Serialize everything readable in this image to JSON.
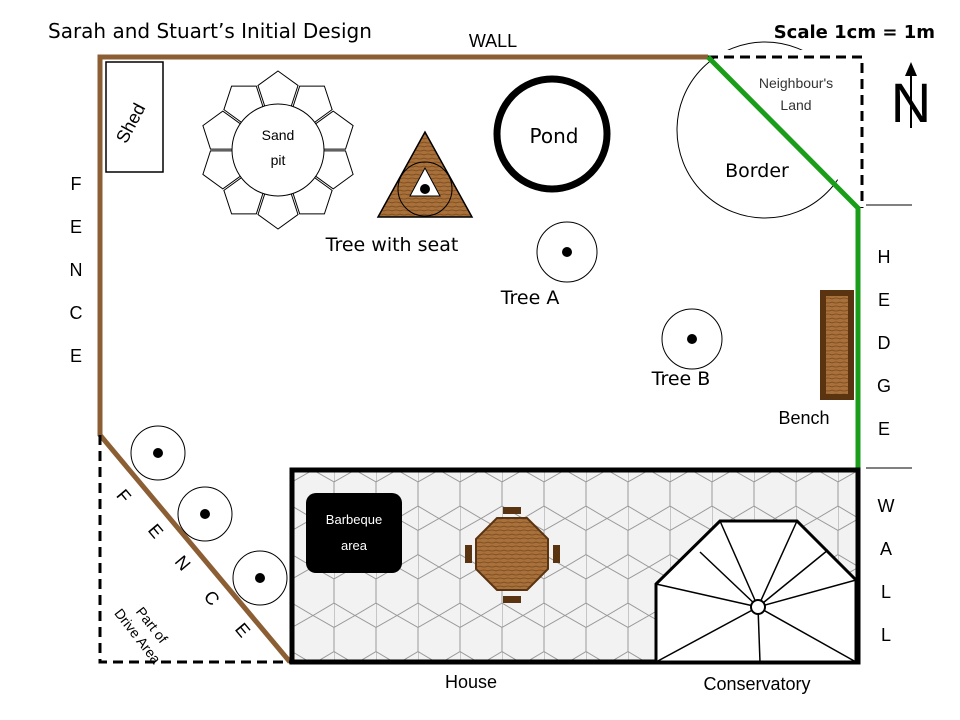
{
  "title": "Sarah and Stuart’s Initial Design",
  "scale": "Scale 1cm = 1m",
  "north": "N",
  "labels": {
    "wall_top": "WALL",
    "neighbour_line1": "Neighbour's",
    "neighbour_line2": "Land",
    "border": "Border",
    "pond": "Pond",
    "shed": "Shed",
    "sandpit_line1": "Sand",
    "sandpit_line2": "pit",
    "tree_with_seat": "Tree with seat",
    "tree_a": "Tree A",
    "tree_b": "Tree B",
    "bench": "Bench",
    "barbeque_line1": "Barbeque",
    "barbeque_line2": "area",
    "house": "House",
    "conservatory": "Conservatory",
    "drive_line1": "Part of",
    "drive_line2": "Drive Area"
  },
  "fence_left": [
    "F",
    "E",
    "N",
    "C",
    "E"
  ],
  "fence_diagonal": [
    "F",
    "E",
    "N",
    "C",
    "E"
  ],
  "hedge": [
    "H",
    "E",
    "D",
    "G",
    "E"
  ],
  "wall_right": [
    "W",
    "A",
    "L",
    "L"
  ],
  "colors": {
    "fence": "#8b5e34",
    "hedge": "#1a9e1a",
    "wood": "#a0672f",
    "wood_dark": "#5a3310",
    "bbq": "#000000",
    "pavers": "#f0f0f0"
  }
}
